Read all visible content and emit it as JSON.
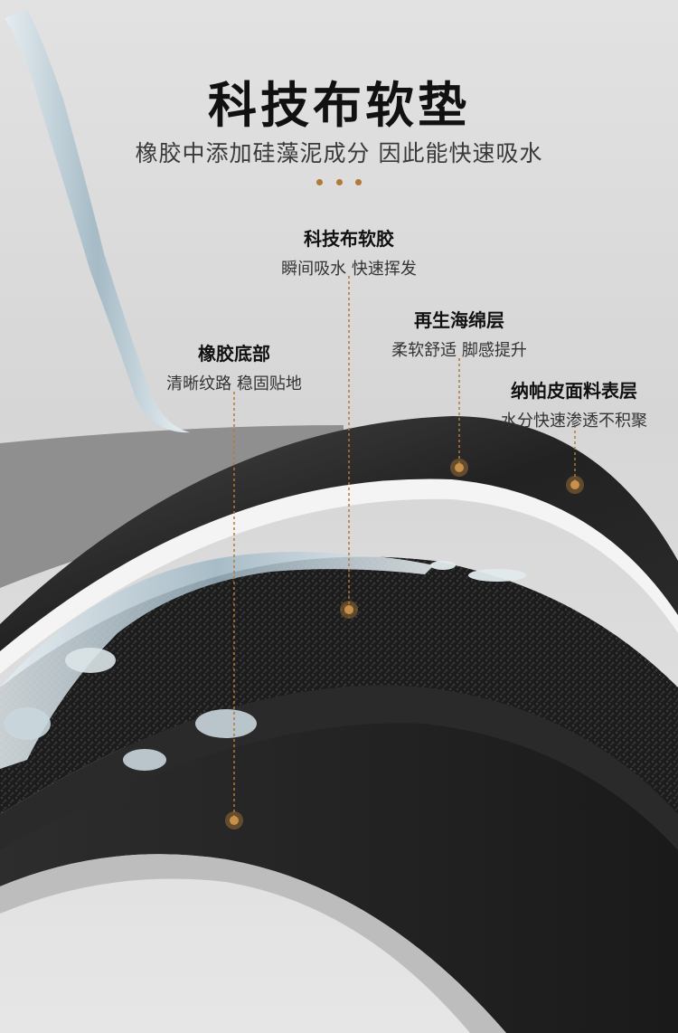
{
  "header": {
    "title": "科技布软垫",
    "subtitle": "橡胶中添加硅藻泥成分 因此能快速吸水"
  },
  "callouts": [
    {
      "title": "科技布软胶",
      "desc": "瞬间吸水 快速挥发"
    },
    {
      "title": "再生海绵层",
      "desc": "柔软舒适 脚感提升"
    },
    {
      "title": "橡胶底部",
      "desc": "清晰纹路 稳固贴地"
    },
    {
      "title": "纳帕皮面料表层",
      "desc": "水分快速渗透不积聚"
    }
  ],
  "colors": {
    "accent": "#b07a3a",
    "text": "#111111"
  }
}
